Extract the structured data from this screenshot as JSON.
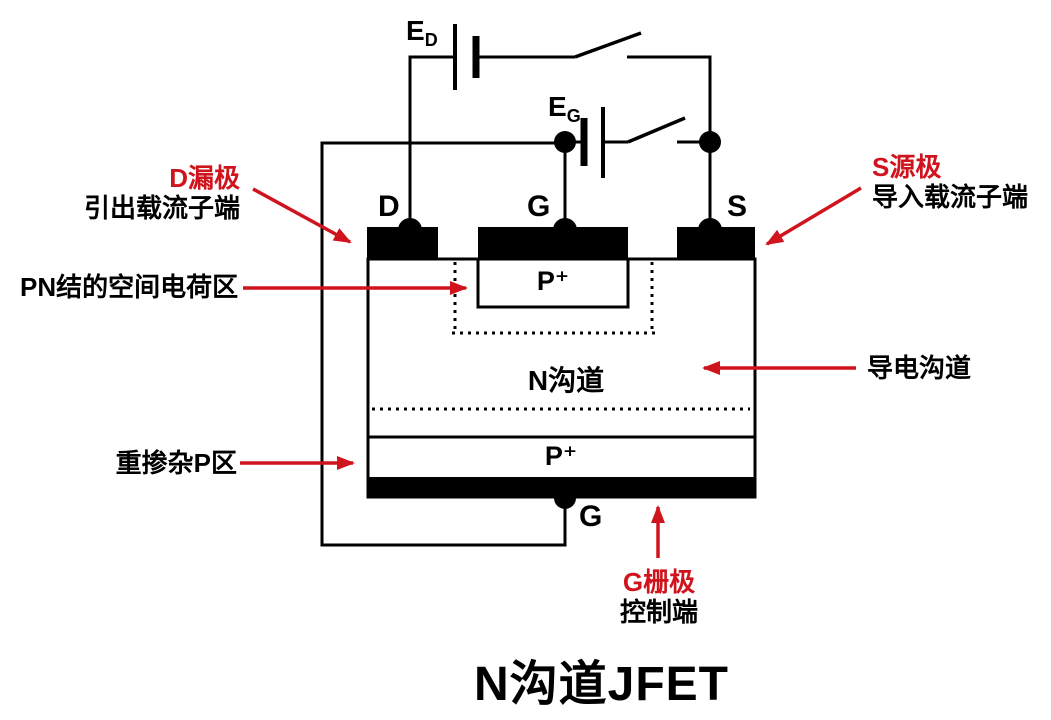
{
  "title": "N沟道JFET",
  "colors": {
    "accent_red": "#d0141e",
    "ink": "#000000",
    "background": "#ffffff"
  },
  "circuit": {
    "battery_drain": {
      "label_main": "E",
      "label_sub": "D"
    },
    "battery_gate": {
      "label_main": "E",
      "label_sub": "G"
    }
  },
  "device": {
    "terminal_drain": "D",
    "terminal_gate_top": "G",
    "terminal_source": "S",
    "terminal_gate_bottom": "G",
    "region_p_plus_top": "P⁺",
    "region_n_channel": "N沟道",
    "region_p_plus_bottom": "P⁺"
  },
  "callouts": {
    "drain": {
      "title": "D漏极",
      "desc": "引出载流子端"
    },
    "pn_junction": {
      "text": "PN结的空间电荷区"
    },
    "source": {
      "title": "S源极",
      "desc": "导入载流子端"
    },
    "channel": {
      "text": "导电沟道"
    },
    "p_region": {
      "text": "重掺杂P区"
    },
    "gate": {
      "title": "G栅极",
      "desc": "控制端"
    }
  }
}
